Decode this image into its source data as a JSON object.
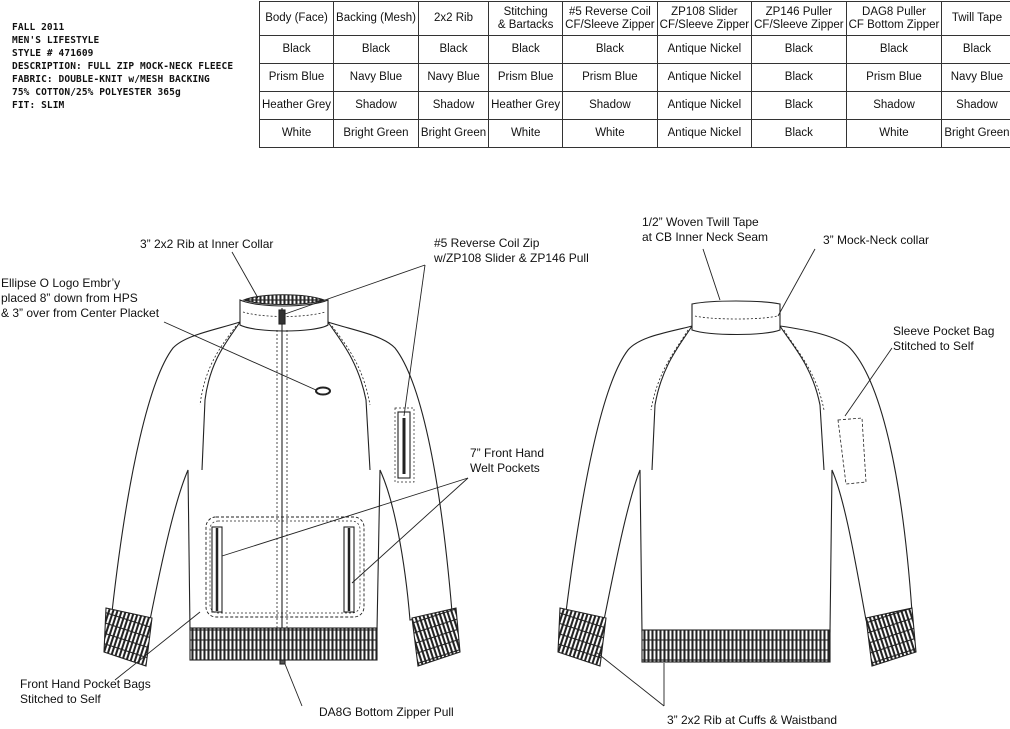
{
  "spec": {
    "lines": [
      "FALL 2011",
      "MEN'S LIFESTYLE",
      "STYLE # 471609",
      "DESCRIPTION: FULL ZIP MOCK-NECK FLEECE",
      "FABRIC: DOUBLE-KNIT w/MESH BACKING",
      "75% COTTON/25% POLYESTER 365g",
      "FIT: SLIM"
    ]
  },
  "colorway_table": {
    "headers": [
      [
        "Body (Face)"
      ],
      [
        "Backing (Mesh)"
      ],
      [
        "2x2 Rib"
      ],
      [
        "Stitching",
        "& Bartacks"
      ],
      [
        "#5 Reverse Coil",
        "CF/Sleeve Zipper"
      ],
      [
        "ZP108 Slider",
        "CF/Sleeve Zipper"
      ],
      [
        "ZP146 Puller",
        "CF/Sleeve Zipper"
      ],
      [
        "DAG8 Puller",
        "CF Bottom Zipper"
      ],
      [
        "Twill Tape"
      ]
    ],
    "rows": [
      [
        "Black",
        "Black",
        "Black",
        "Black",
        "Black",
        "Antique Nickel",
        "Black",
        "Black",
        "Black"
      ],
      [
        "Prism Blue",
        "Navy Blue",
        "Navy Blue",
        "Prism Blue",
        "Prism Blue",
        "Antique Nickel",
        "Black",
        "Prism Blue",
        "Navy Blue"
      ],
      [
        "Heather Grey",
        "Shadow",
        "Shadow",
        "Heather Grey",
        "Shadow",
        "Antique Nickel",
        "Black",
        "Shadow",
        "Shadow"
      ],
      [
        "White",
        "Bright Green",
        "Bright Green",
        "White",
        "White",
        "Antique Nickel",
        "Black",
        "White",
        "Bright Green"
      ]
    ]
  },
  "callouts": {
    "inner_collar_rib": [
      "3” 2x2 Rib at Inner Collar"
    ],
    "logo_embroidery": [
      "Ellipse O Logo Embr’y",
      "placed 8” down from HPS",
      "& 3” over from Center Placket"
    ],
    "coil_zip": [
      "#5 Reverse Coil Zip",
      "w/ZP108 Slider & ZP146 Pull"
    ],
    "welt_pockets": [
      "7” Front Hand",
      "Welt Pockets"
    ],
    "front_pocket_bags": [
      "Front Hand Pocket Bags",
      "Stitched to Self"
    ],
    "bottom_zipper_pull": [
      "DA8G Bottom Zipper Pull"
    ],
    "twill_tape": [
      "1/2”  Woven Twill Tape",
      "at CB Inner Neck Seam"
    ],
    "mock_neck": [
      "3” Mock-Neck collar"
    ],
    "sleeve_pocket_bag": [
      "Sleeve Pocket Bag",
      "Stitched to Self"
    ],
    "cuffs_waistband": [
      "3” 2x2 Rib at Cuffs & Waistband"
    ]
  }
}
